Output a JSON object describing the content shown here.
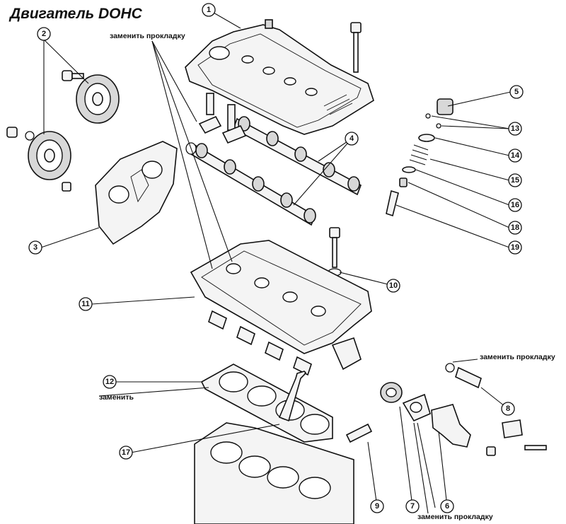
{
  "title": "Двигатель DOHC",
  "notes": {
    "replace_gasket_top": "заменить прокладку",
    "replace_gasket_right": "заменить прокладку",
    "replace_gasket_bottom": "заменить прокладку",
    "replace": "заменить"
  },
  "callouts": [
    "1",
    "2",
    "3",
    "4",
    "5",
    "6",
    "7",
    "8",
    "9",
    "10",
    "11",
    "12",
    "13",
    "14",
    "15",
    "16",
    "17",
    "18",
    "19"
  ]
}
